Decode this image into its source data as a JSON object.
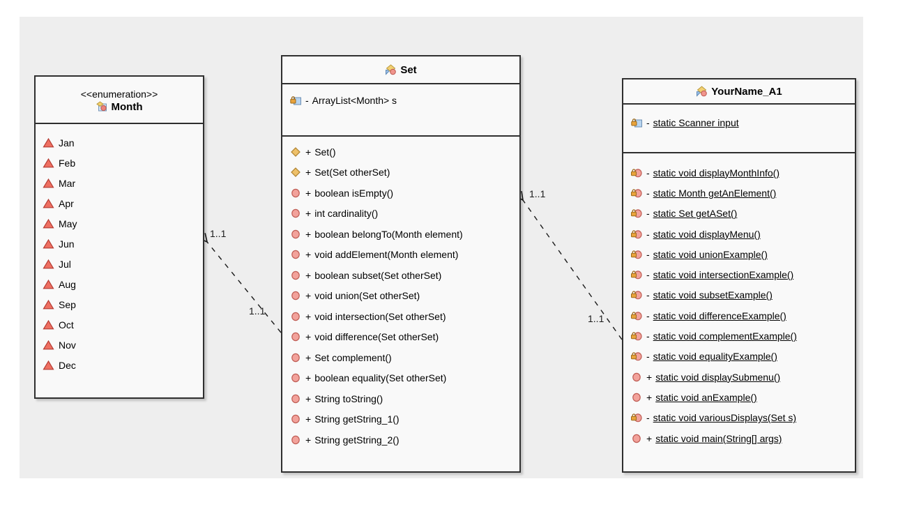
{
  "diagram": {
    "month": {
      "stereotype": "<<enumeration>>",
      "name": "Month",
      "header_icon": "enumeration-icon",
      "literals": [
        "Jan",
        "Feb",
        "Mar",
        "Apr",
        "May",
        "Jun",
        "Jul",
        "Aug",
        "Sep",
        "Oct",
        "Nov",
        "Dec"
      ]
    },
    "set": {
      "name": "Set",
      "header_icon": "class-icon",
      "fields": [
        {
          "icon": "private-field-icon",
          "sign": "-",
          "text": "ArrayList<Month> s",
          "static": false
        }
      ],
      "methods": [
        {
          "icon": "constructor-icon",
          "sign": "+",
          "text": "Set()",
          "static": false
        },
        {
          "icon": "constructor-icon",
          "sign": "+",
          "text": "Set(Set otherSet)",
          "static": false
        },
        {
          "icon": "public-method-icon",
          "sign": "+",
          "text": "boolean isEmpty()",
          "static": false
        },
        {
          "icon": "public-method-icon",
          "sign": "+",
          "text": "int cardinality()",
          "static": false
        },
        {
          "icon": "public-method-icon",
          "sign": "+",
          "text": "boolean belongTo(Month element)",
          "static": false
        },
        {
          "icon": "public-method-icon",
          "sign": "+",
          "text": "void addElement(Month element)",
          "static": false
        },
        {
          "icon": "public-method-icon",
          "sign": "+",
          "text": "boolean subset(Set otherSet)",
          "static": false
        },
        {
          "icon": "public-method-icon",
          "sign": "+",
          "text": "void union(Set otherSet)",
          "static": false
        },
        {
          "icon": "public-method-icon",
          "sign": "+",
          "text": "void intersection(Set otherSet)",
          "static": false
        },
        {
          "icon": "public-method-icon",
          "sign": "+",
          "text": "void difference(Set otherSet)",
          "static": false
        },
        {
          "icon": "public-method-icon",
          "sign": "+",
          "text": "Set complement()",
          "static": false
        },
        {
          "icon": "public-method-icon",
          "sign": "+",
          "text": "boolean equality(Set otherSet)",
          "static": false
        },
        {
          "icon": "public-method-icon",
          "sign": "+",
          "text": "String toString()",
          "static": false
        },
        {
          "icon": "public-method-icon",
          "sign": "+",
          "text": "String getString_1()",
          "static": false
        },
        {
          "icon": "public-method-icon",
          "sign": "+",
          "text": "String getString_2()",
          "static": false
        }
      ]
    },
    "yourname": {
      "name": "YourName_A1",
      "header_icon": "class-icon",
      "fields": [
        {
          "icon": "private-field-icon",
          "sign": "-",
          "text": "static Scanner input",
          "static": true
        }
      ],
      "methods": [
        {
          "icon": "private-method-icon",
          "sign": "-",
          "text": "static void displayMonthInfo()",
          "static": true
        },
        {
          "icon": "private-method-icon",
          "sign": "-",
          "text": "static Month getAnElement()",
          "static": true
        },
        {
          "icon": "private-method-icon",
          "sign": "-",
          "text": "static Set getASet()",
          "static": true
        },
        {
          "icon": "private-method-icon",
          "sign": "-",
          "text": "static void displayMenu()",
          "static": true
        },
        {
          "icon": "private-method-icon",
          "sign": "-",
          "text": "static void unionExample()",
          "static": true
        },
        {
          "icon": "private-method-icon",
          "sign": "-",
          "text": "static void intersectionExample()",
          "static": true
        },
        {
          "icon": "private-method-icon",
          "sign": "-",
          "text": "static void subsetExample()",
          "static": true
        },
        {
          "icon": "private-method-icon",
          "sign": "-",
          "text": "static void differenceExample()",
          "static": true
        },
        {
          "icon": "private-method-icon",
          "sign": "-",
          "text": "static void complementExample()",
          "static": true
        },
        {
          "icon": "private-method-icon",
          "sign": "-",
          "text": "static void equalityExample()",
          "static": true
        },
        {
          "icon": "public-method-icon",
          "sign": "+",
          "text": "static void displaySubmenu()",
          "static": true
        },
        {
          "icon": "public-method-icon",
          "sign": "+",
          "text": "static void anExample()",
          "static": true
        },
        {
          "icon": "private-method-icon",
          "sign": "-",
          "text": "static void variousDisplays(Set s)",
          "static": true
        },
        {
          "icon": "public-method-icon",
          "sign": "+",
          "text": "static void main(String[] args)",
          "static": true
        }
      ]
    },
    "multiplicities": [
      "1..1",
      "1..1",
      "1..1",
      "1..1"
    ]
  }
}
